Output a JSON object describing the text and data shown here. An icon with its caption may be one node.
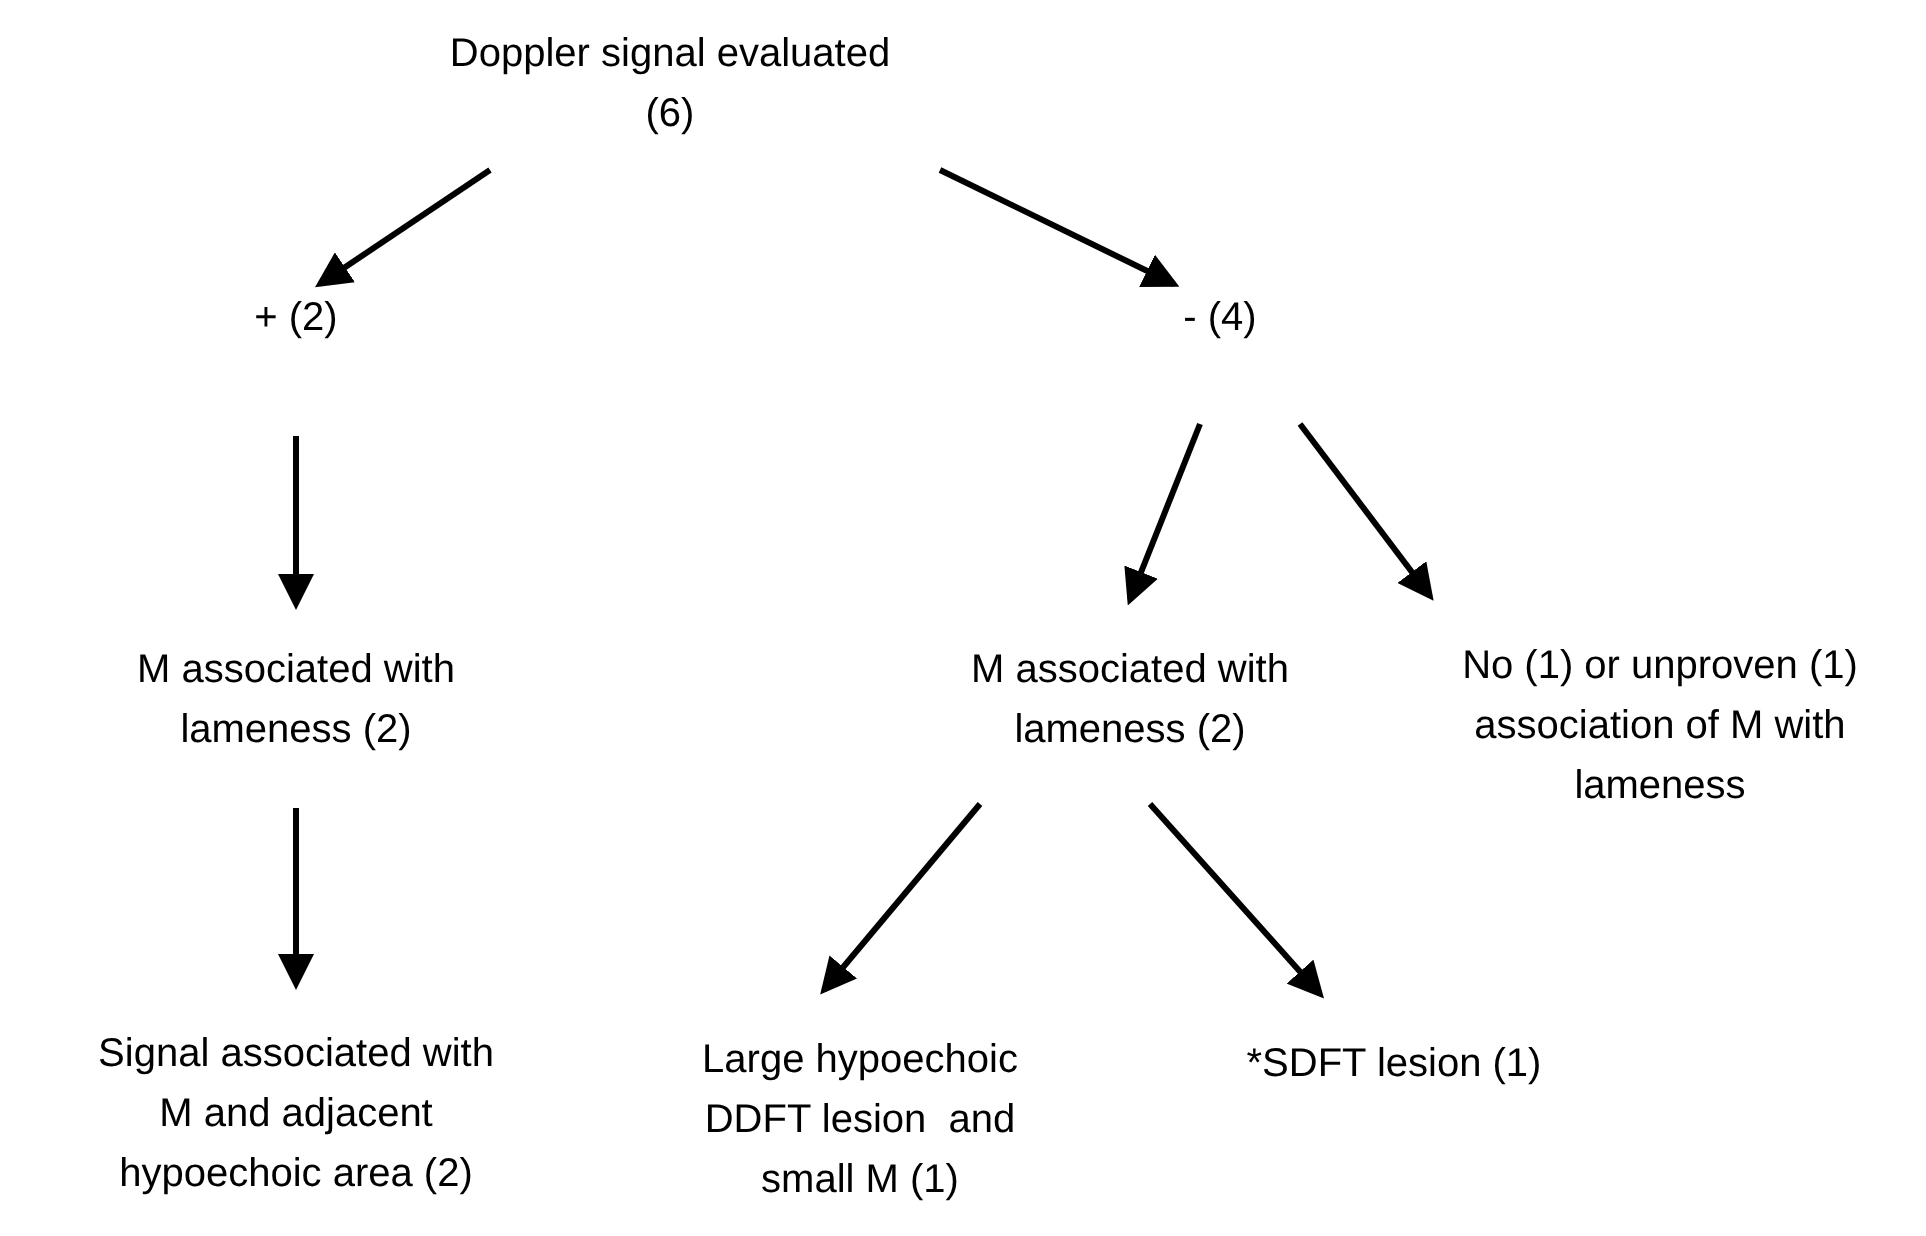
{
  "diagram": {
    "nodes": [
      {
        "text": [
          "Doppler signal evaluated (6)"
        ]
      },
      {
        "text": [
          "+ (2)"
        ]
      },
      {
        "text": [
          "- (4)"
        ]
      },
      {
        "text": [
          "M associated with lameness (2)"
        ]
      },
      {
        "text": [
          "M associated with lameness (2)"
        ]
      },
      {
        "text": [
          "No (1) or unproven (1) association of M with lameness"
        ]
      },
      {
        "text": [
          "Signal associated with M and adjacent hypoechoic area (2)"
        ]
      },
      {
        "text": [
          "Large hypoechoic DDFT lesion  and small M (1)"
        ]
      },
      {
        "text": [
          "*SDFT lesion (1)"
        ]
      }
    ],
    "edges": [
      {
        "from": 0,
        "to": 1,
        "arrow": "to"
      },
      {
        "from": 0,
        "to": 2,
        "arrow": "to"
      },
      {
        "from": 1,
        "to": 3,
        "arrow": "to"
      },
      {
        "from": 2,
        "to": 4,
        "arrow": "to"
      },
      {
        "from": 2,
        "to": 5,
        "arrow": "to"
      },
      {
        "from": 3,
        "to": 6,
        "arrow": "to"
      },
      {
        "from": 4,
        "to": 7,
        "arrow": "to"
      },
      {
        "from": 4,
        "to": 8,
        "arrow": "to"
      }
    ]
  }
}
